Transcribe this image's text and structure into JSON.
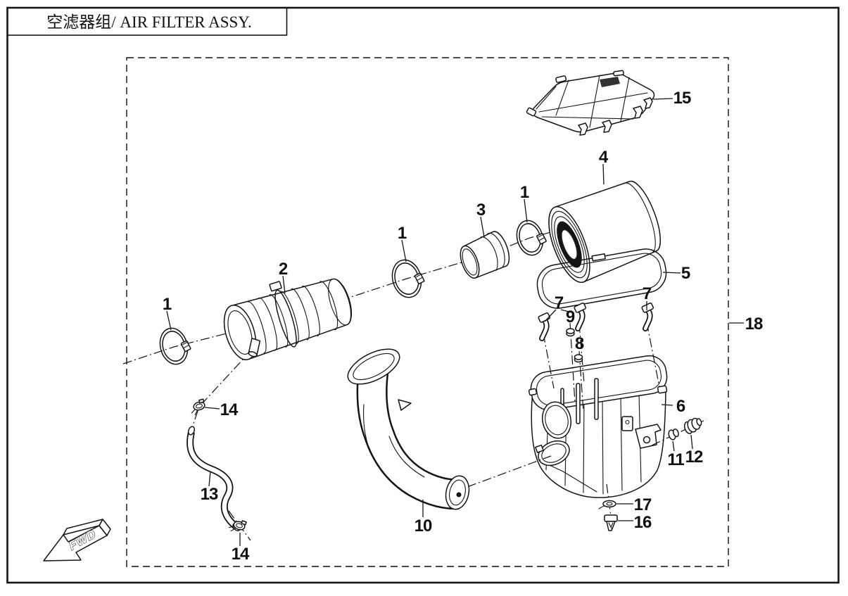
{
  "header": {
    "title": "空滤器组/ AIR FILTER ASSY."
  },
  "diagram": {
    "fwd_label": "FWD",
    "line_color": "#141414",
    "background_color": "#ffffff",
    "callouts": [
      {
        "id": "1a",
        "label": "1"
      },
      {
        "id": "1b",
        "label": "1"
      },
      {
        "id": "1c",
        "label": "1"
      },
      {
        "id": "2",
        "label": "2"
      },
      {
        "id": "3",
        "label": "3"
      },
      {
        "id": "4",
        "label": "4"
      },
      {
        "id": "5",
        "label": "5"
      },
      {
        "id": "6",
        "label": "6"
      },
      {
        "id": "7a",
        "label": "7"
      },
      {
        "id": "7b",
        "label": "7"
      },
      {
        "id": "8",
        "label": "8"
      },
      {
        "id": "9",
        "label": "9"
      },
      {
        "id": "10",
        "label": "10"
      },
      {
        "id": "11",
        "label": "11"
      },
      {
        "id": "12",
        "label": "12"
      },
      {
        "id": "13",
        "label": "13"
      },
      {
        "id": "14a",
        "label": "14"
      },
      {
        "id": "14b",
        "label": "14"
      },
      {
        "id": "15",
        "label": "15"
      },
      {
        "id": "16",
        "label": "16"
      },
      {
        "id": "17",
        "label": "17"
      },
      {
        "id": "18",
        "label": "18"
      }
    ]
  }
}
